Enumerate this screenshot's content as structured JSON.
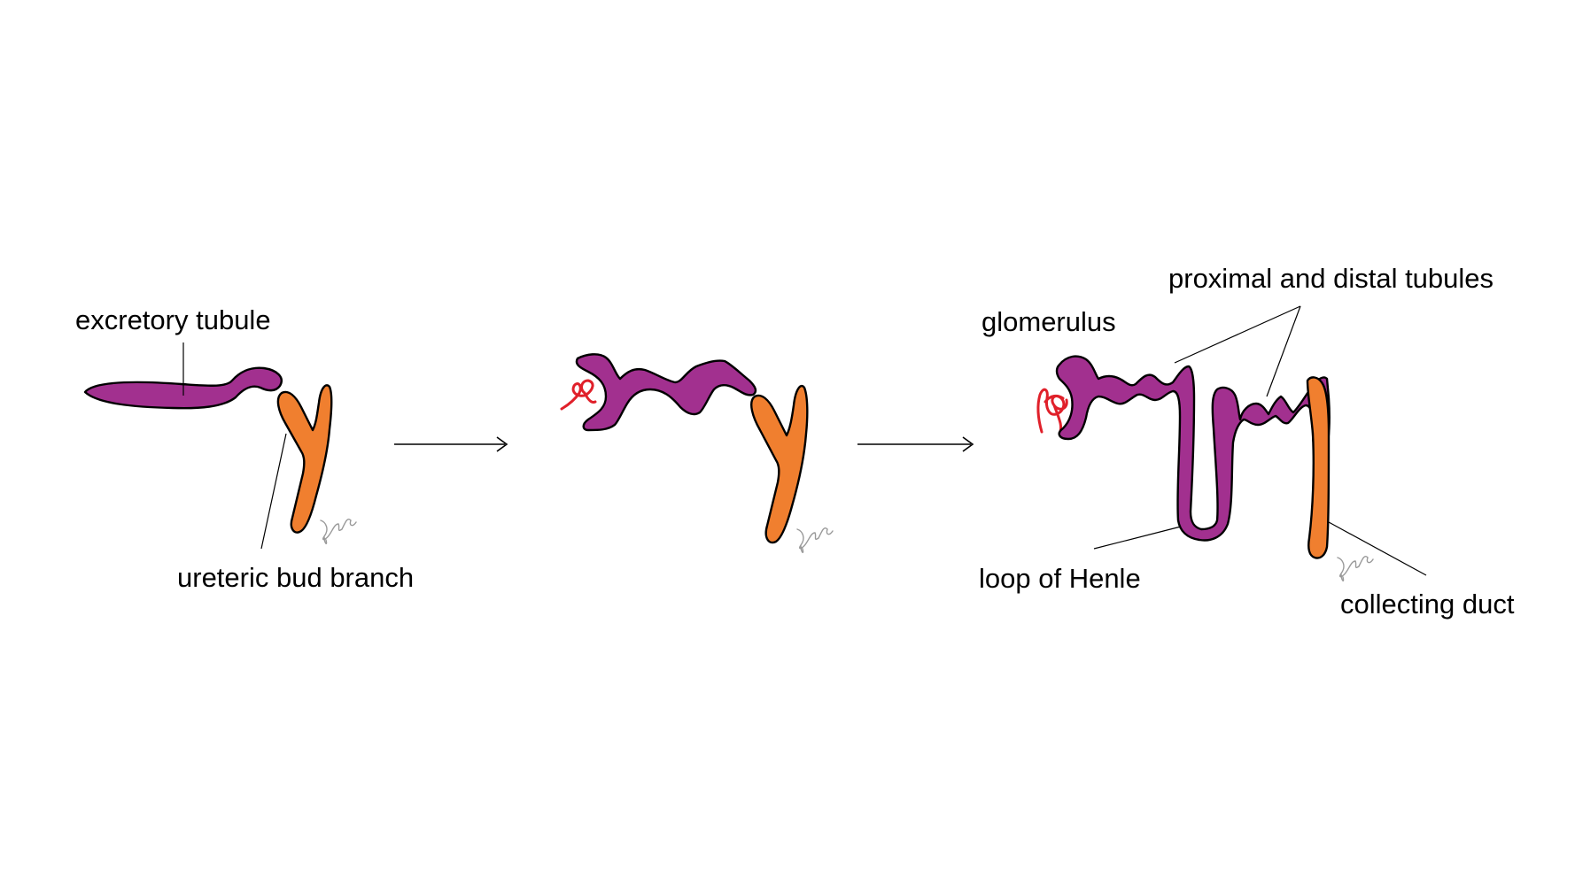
{
  "diagram": {
    "labels": {
      "excretory_tubule": "excretory tubule",
      "ureteric_bud_branch": "ureteric bud branch",
      "glomerulus": "glomerulus",
      "proximal_distal_tubules": "proximal and distal tubules",
      "loop_of_henle": "loop of Henle",
      "collecting_duct": "collecting duct"
    },
    "colors": {
      "tubule_purple": "#a2308f",
      "ureteric_orange": "#f07f2f",
      "glomerulus_red": "#e0202a",
      "outline": "#000000",
      "signature_gray": "#9a9a9a"
    },
    "stages": [
      "stage-1",
      "stage-2",
      "stage-3"
    ]
  }
}
